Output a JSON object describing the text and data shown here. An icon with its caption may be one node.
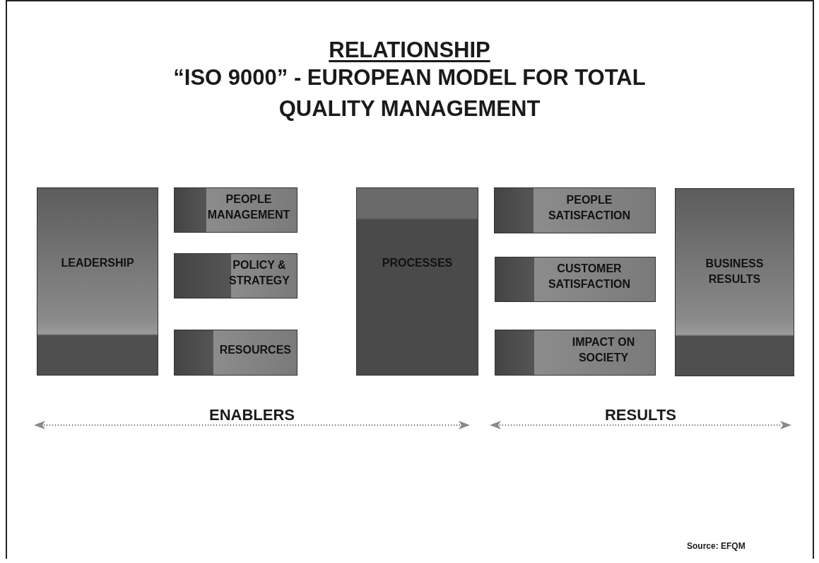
{
  "diagram": {
    "title": "RELATIONSHIP",
    "nodes": [
      {
        "text": [
          "LEADERSHIP"
        ]
      },
      {
        "text": [
          "PEOPLE MANAGEMENT"
        ]
      },
      {
        "text": [
          "POLICY & STRATEGY"
        ]
      },
      {
        "text": [
          "RESOURCES"
        ]
      },
      {
        "text": [
          "PROCESSES"
        ]
      },
      {
        "text": [
          "PEOPLE SATISFACTION"
        ]
      },
      {
        "text": [
          "CUSTOMER SATISFACTION"
        ]
      },
      {
        "text": [
          "IMPACT ON SOCIETY"
        ]
      },
      {
        "text": [
          "BUSINESS RESULTS"
        ]
      }
    ],
    "labels": [
      "“ISO 9000” - EUROPEAN MODEL FOR TOTAL QUALITY MANAGEMENT",
      "ENABLERS",
      "RESULTS",
      "Source: EFQM"
    ]
  }
}
